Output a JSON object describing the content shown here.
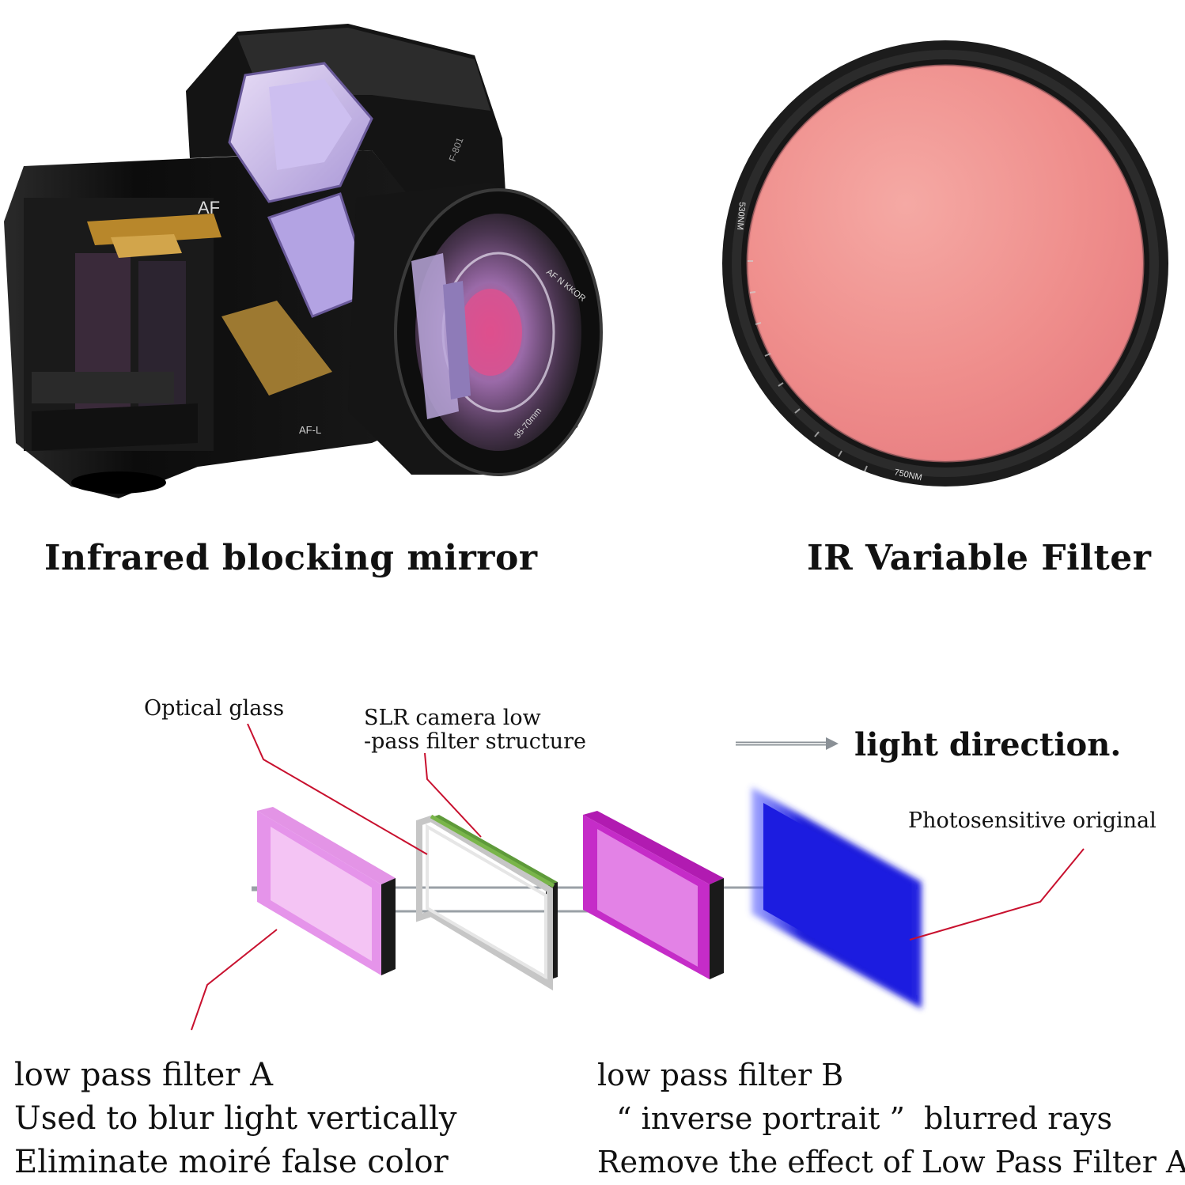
{
  "captions": {
    "camera": "Infrared blocking mirror",
    "filter": "IR Variable Filter"
  },
  "camera_markings": {
    "af": "AF",
    "af_l": "AF-L",
    "lens_brand": "AF N KKOR",
    "lens_focal": "35-70mm",
    "model": "F-801"
  },
  "filter_markings": {
    "min": "530NM",
    "max": "750NM"
  },
  "diagram": {
    "optical_glass": "Optical glass",
    "slr_line1": "SLR camera low",
    "slr_line2": "-pass filter structure",
    "light_direction": "light direction.",
    "photosensitive": "Photosensitive original",
    "filter_a": {
      "line1": "low pass filter A",
      "line2": "Used to blur light vertically",
      "line3": "Eliminate moiré false color"
    },
    "filter_b": {
      "line1": "low pass filter B",
      "line2": "  “ inverse portrait ”  blurred rays",
      "line3": "Remove the effect of Low Pass Filter A"
    }
  },
  "colors": {
    "leader_line": "#c8102e",
    "filter_magenta": "#cc33cc",
    "sensor_blue": "#1a1adb",
    "ir_filter_pink": "#ef8a8a"
  }
}
